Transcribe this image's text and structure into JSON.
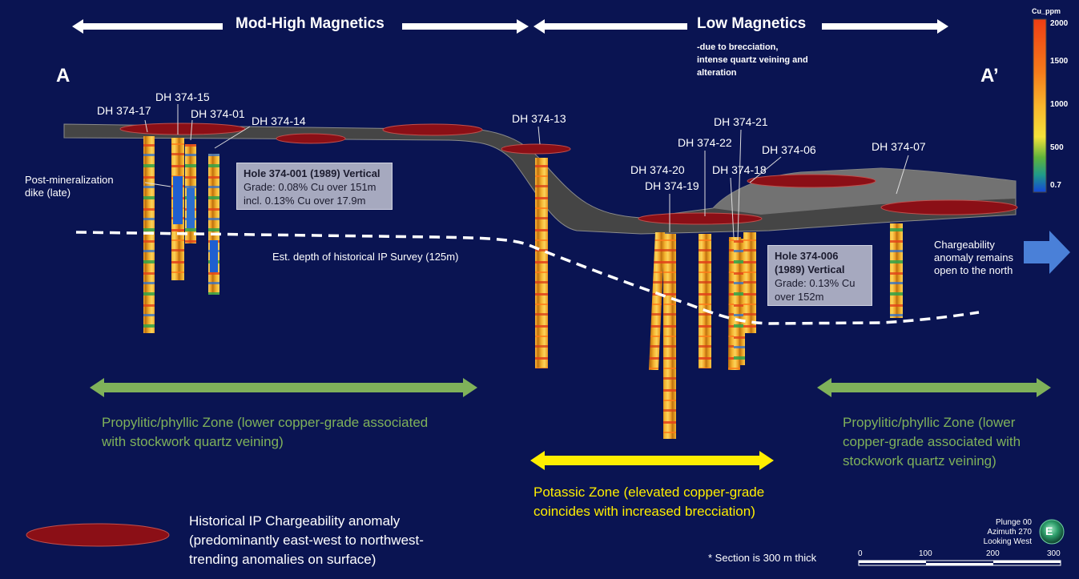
{
  "headers": {
    "mod_high": "Mod-High Magnetics",
    "low": "Low Magnetics",
    "low_note_1": "-due to brecciation,",
    "low_note_2": "intense quartz veining and",
    "low_note_3": "alteration"
  },
  "section_labels": {
    "left": "A",
    "right": "A’"
  },
  "drill_holes": [
    "DH 374-17",
    "DH 374-15",
    "DH 374-01",
    "DH 374-14",
    "DH 374-13",
    "DH 374-21",
    "DH 374-22",
    "DH 374-06",
    "DH 374-07",
    "DH 374-20",
    "DH 374-18",
    "DH 374-19"
  ],
  "info_boxes": {
    "hole001": {
      "title": "Hole 374-001 (1989) Vertical",
      "line1": "Grade: 0.08% Cu over 151m",
      "line2": "incl. 0.13% Cu over 17.9m"
    },
    "hole006": {
      "title_1": "Hole 374-006",
      "title_2": "(1989) Vertical",
      "line1": "Grade: 0.13% Cu",
      "line2": "over 152m"
    }
  },
  "annotations": {
    "dike_1": "Post-mineralization",
    "dike_2": "dike (late)",
    "ip_depth": "Est. depth of historical IP Survey (125m)",
    "charge_1": "Chargeability",
    "charge_2": "anomaly remains",
    "charge_3": "open to the north",
    "section_thick": "* Section is 300 m thick"
  },
  "zones": {
    "prop_left_1": "Propylitic/phyllic Zone (lower copper-grade associated",
    "prop_left_2": "with stockwork quartz veining)",
    "prop_right_1": "Propylitic/phyllic Zone (lower",
    "prop_right_2": "copper-grade associated with",
    "prop_right_3": "stockwork quartz veining)",
    "potassic_1": "Potassic Zone (elevated copper-grade",
    "potassic_2": "coincides with increased brecciation)"
  },
  "legend": {
    "line1": "Historical IP Chargeability anomaly",
    "line2": "(predominantly east-west to northwest-",
    "line3": "trending anomalies on surface)"
  },
  "colorbar": {
    "title": "Cu_ppm",
    "ticks": [
      "2000",
      "1500",
      "1000",
      "500",
      "0.7"
    ]
  },
  "orientation": {
    "plunge": "Plunge 00",
    "azimuth": "Azimuth 270",
    "looking": "Looking West",
    "compass": "E"
  },
  "scale_bar": [
    "0",
    "100",
    "200",
    "300"
  ],
  "colors": {
    "background": "#0a1452",
    "zone_green": "#7fb15a",
    "zone_yellow": "#ffee00",
    "anomaly": "#8b0f16",
    "arrow_blue": "#4a80d8"
  }
}
